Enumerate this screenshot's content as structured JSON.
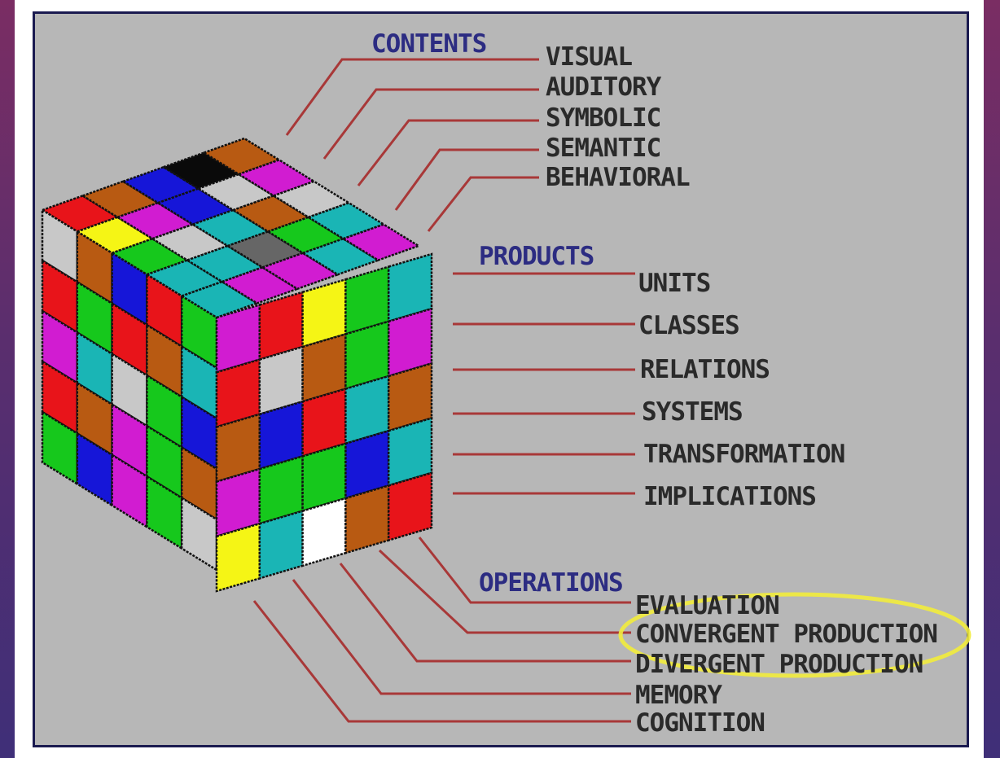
{
  "sections": {
    "contents": {
      "heading": "CONTENTS",
      "items": [
        "VISUAL",
        "AUDITORY",
        "SYMBOLIC",
        "SEMANTIC",
        "BEHAVIORAL"
      ]
    },
    "products": {
      "heading": "PRODUCTS",
      "items": [
        "UNITS",
        "CLASSES",
        "RELATIONS",
        "SYSTEMS",
        "TRANSFORMATION",
        "IMPLICATIONS"
      ]
    },
    "operations": {
      "heading": "OPERATIONS",
      "items": [
        "EVALUATION",
        "CONVERGENT PRODUCTION",
        "DIVERGENT PRODUCTION",
        "MEMORY",
        "COGNITION"
      ]
    }
  },
  "highlighted_items": [
    "CONVERGENT PRODUCTION",
    "DIVERGENT PRODUCTION"
  ],
  "colors": {
    "highlight": "#f2ec3c",
    "leader_line": "#a83838",
    "heading_text": "#2c2c82",
    "panel": "#b7b7b7",
    "frame_border": "#1a1a50"
  },
  "cube": {
    "grid": 5,
    "palette": {
      "R": "#e8141a",
      "Y": "#f5f515",
      "G": "#16c81c",
      "B": "#1616d8",
      "C": "#1ab5b5",
      "M": "#d11cd1",
      "O": "#b85a12",
      "W": "#c8c8c8",
      "K": "#0a0a0a",
      "D": "#666666",
      "Z": "#ffffff"
    },
    "top": [
      [
        "R",
        "O",
        "B",
        "K",
        "O"
      ],
      [
        "Y",
        "M",
        "B",
        "W",
        "M"
      ],
      [
        "G",
        "W",
        "C",
        "O",
        "W"
      ],
      [
        "C",
        "C",
        "D",
        "G",
        "C"
      ],
      [
        "C",
        "M",
        "M",
        "C",
        "M"
      ]
    ],
    "left": [
      [
        "W",
        "O",
        "B",
        "R",
        "G"
      ],
      [
        "R",
        "G",
        "R",
        "O",
        "C"
      ],
      [
        "M",
        "C",
        "W",
        "G",
        "B"
      ],
      [
        "R",
        "O",
        "M",
        "G",
        "O"
      ],
      [
        "G",
        "B",
        "M",
        "G",
        "W"
      ]
    ],
    "right": [
      [
        "M",
        "R",
        "Y",
        "G",
        "C"
      ],
      [
        "R",
        "W",
        "O",
        "G",
        "M"
      ],
      [
        "O",
        "B",
        "R",
        "C",
        "O"
      ],
      [
        "M",
        "G",
        "G",
        "B",
        "C"
      ],
      [
        "Y",
        "C",
        "Z",
        "O",
        "R"
      ]
    ]
  }
}
